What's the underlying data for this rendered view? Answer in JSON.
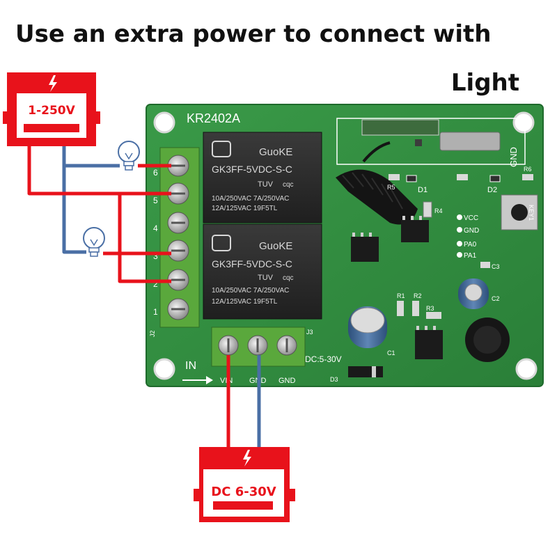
{
  "title_line1": "Use an extra power to connect with",
  "title_line2": "Light",
  "board": {
    "model": "KR2402A",
    "input_arrow_label": "IN",
    "input_terminals": [
      "VIN",
      "GND",
      "GND"
    ],
    "dc_range_label": "DC:5-30V",
    "j2_label": "J2",
    "j3_label": "J3",
    "terminal_numbers": [
      "6",
      "5",
      "4",
      "3",
      "2",
      "1"
    ],
    "led_labels": [
      "D1",
      "D2"
    ],
    "pin_labels": [
      "VCC",
      "GND",
      "PA0",
      "PA1"
    ],
    "component_labels": [
      "R5",
      "R6",
      "R4",
      "C3",
      "R1",
      "R2",
      "R3",
      "C2",
      "C1",
      "D3",
      "KEY1",
      "GND"
    ],
    "relays": [
      {
        "brand": "GuoKE",
        "model": "GK3FF-5VDC-S-C",
        "certs": [
          "TUV",
          "cqc"
        ],
        "ratings_line1": "10A/250VAC  7A/250VAC",
        "ratings_line2": "12A/125VAC    19F5TL"
      },
      {
        "brand": "GuoKE",
        "model": "GK3FF-5VDC-S-C",
        "certs": [
          "TUV",
          "cqc"
        ],
        "ratings_line1": "10A/250VAC  7A/250VAC",
        "ratings_line2": "12A/125VAC    19F5TL"
      }
    ]
  },
  "ac_supply": {
    "label": "1-250V",
    "icon": "lightning-icon"
  },
  "dc_supply": {
    "label": "DC 6-30V",
    "icon": "lightning-icon"
  },
  "lamps": [
    {
      "icon": "light-bulb-icon"
    },
    {
      "icon": "light-bulb-icon"
    }
  ],
  "colors": {
    "wire_red": "#e8121b",
    "wire_blue": "#4a6fa5",
    "pcb_green": "#2e8b3e",
    "terminal_green": "#5aa83c",
    "relay_body": "#2b2b2b"
  }
}
